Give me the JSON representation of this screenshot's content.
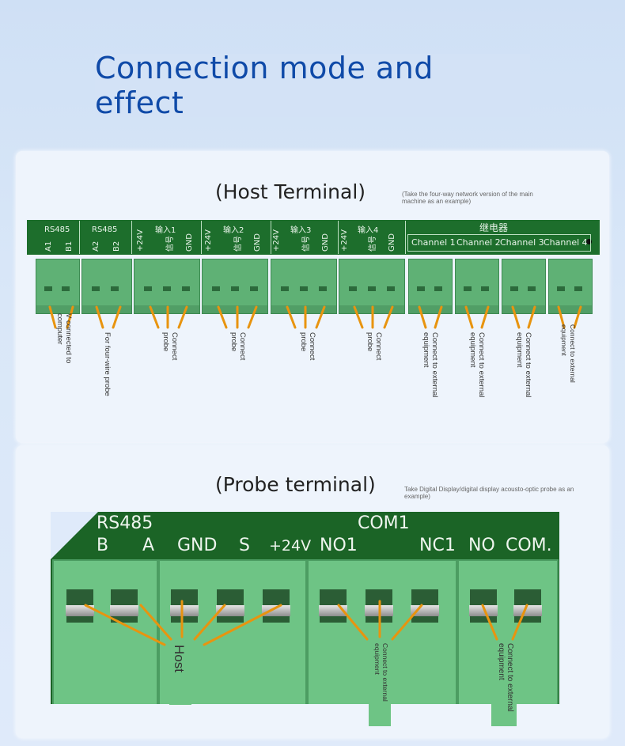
{
  "page_title": "Connection mode and effect",
  "host_section": {
    "title": "(Host Terminal)",
    "note": "(Take the four-way network version of the main machine as an example)",
    "board": {
      "rs485_a": "RS485",
      "pin_a1": "A1",
      "pin_b1": "B1",
      "rs485_b": "RS485",
      "pin_a2": "A2",
      "pin_b2": "B2",
      "inputs": [
        {
          "name": "输入1",
          "p24": "+24V",
          "sig": "信号",
          "gnd": "GND"
        },
        {
          "name": "输入2",
          "p24": "+24V",
          "sig": "信号",
          "gnd": "GND"
        },
        {
          "name": "输入3",
          "p24": "+24V",
          "sig": "信号",
          "gnd": "GND"
        },
        {
          "name": "输入4",
          "p24": "+24V",
          "sig": "信号",
          "gnd": "GND"
        }
      ],
      "relay_title": "继电器",
      "channels": [
        "Channel 1",
        "Channel 2",
        "Channel 3",
        "Channel 4"
      ]
    },
    "labels": {
      "computer": "V connected to computer",
      "four_wire": "For four-wire probe",
      "probe": [
        "Connect probe",
        "Connect probe",
        "Connect probe",
        "Connect probe"
      ],
      "external": [
        "Connect to external equipment",
        "Connect to external equipment",
        "Connect to external equipment",
        "Connect to external equipment"
      ]
    }
  },
  "probe_section": {
    "title": "(Probe terminal)",
    "note": "Take Digital Display/digital display acousto-optic probe as an example)",
    "photo": {
      "rs485": "RS485",
      "com1": "COM1",
      "b": "B",
      "a": "A",
      "gnd": "GND",
      "s": "S",
      "p24": "+24V",
      "no1": "NO1",
      "nc1": "NC1",
      "no": "NO",
      "com": "COM."
    },
    "labels": {
      "host": "Host",
      "external_1": "Connect to external equipment",
      "external_2": "Connect to external equipment"
    }
  },
  "colors": {
    "accent": "#0f4aa8",
    "wire": "#e8940f",
    "pcb": "#1d6e2c",
    "terminal": "#5fb175"
  }
}
